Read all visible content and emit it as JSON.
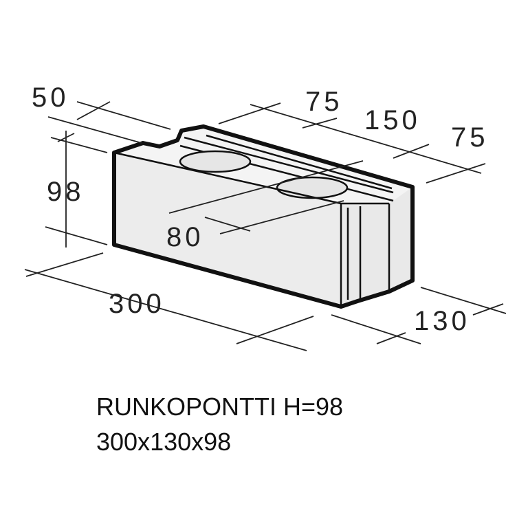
{
  "dimensions": {
    "front_offset": "50",
    "segment_1": "75",
    "segment_2": "150",
    "segment_3": "75",
    "height": "98",
    "hole_diameter": "80",
    "length": "300",
    "width": "130"
  },
  "caption": {
    "name": "RUNKOPONTTI H=98",
    "size": "300x130x98"
  },
  "colors": {
    "outline": "#111111",
    "face": "#ececec",
    "top": "#f4f4f4",
    "hole": "#e6e6e6",
    "dim_line": "#222222"
  }
}
